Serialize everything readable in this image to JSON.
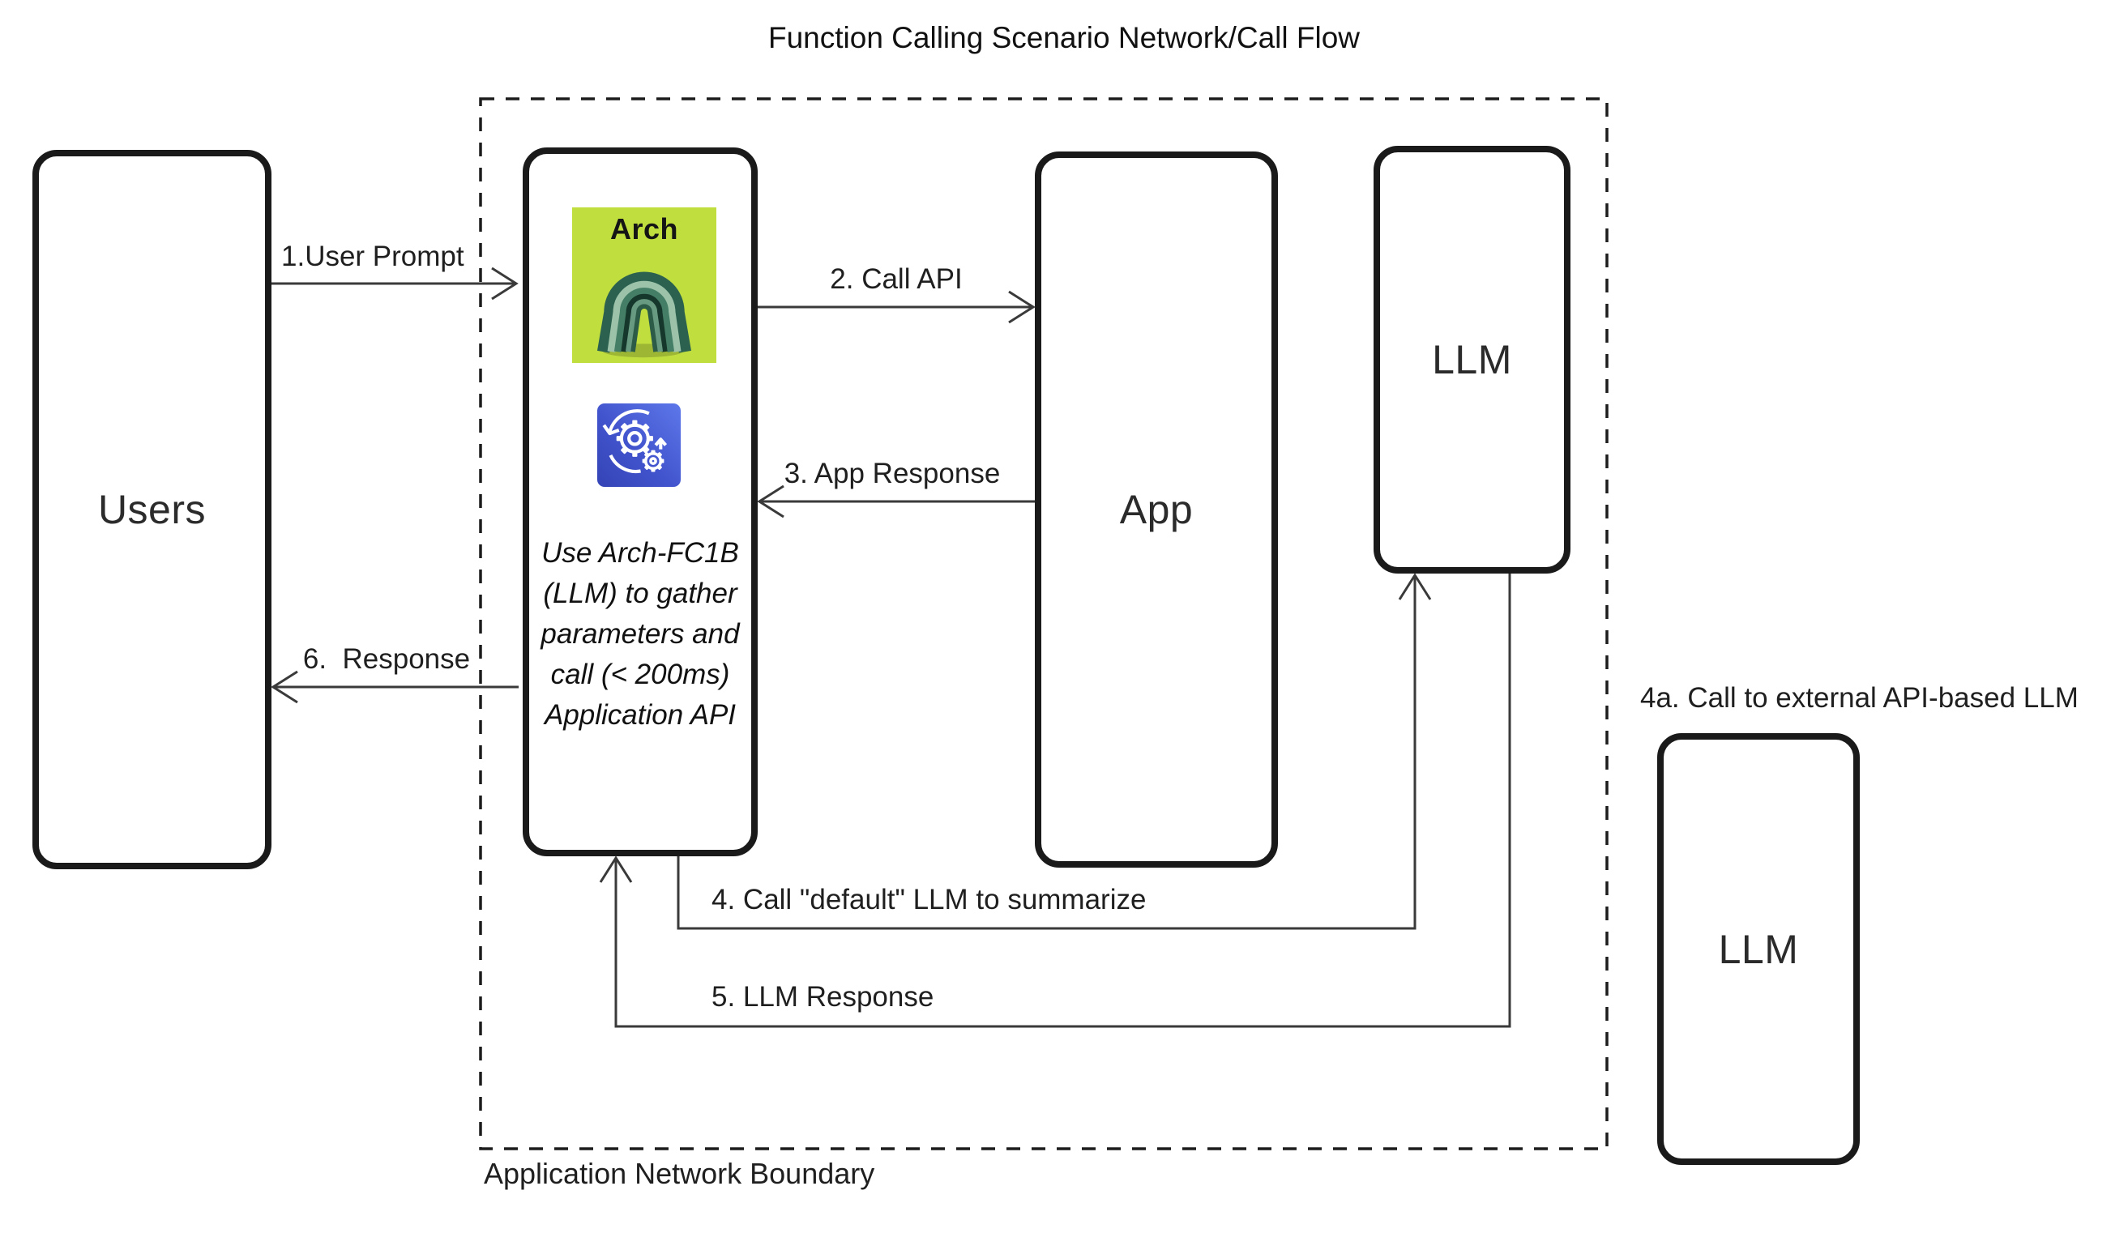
{
  "title": "Function Calling Scenario Network/Call Flow",
  "boundary": {
    "label": "Application Network Boundary"
  },
  "nodes": {
    "users": {
      "label": "Users"
    },
    "arch": {
      "logo_title": "Arch",
      "note": "Use Arch-FC1B\n(LLM) to gather\nparameters and\ncall (< 200ms)\nApplication API"
    },
    "app": {
      "label": "App"
    },
    "llm_internal": {
      "label": "LLM"
    },
    "llm_external": {
      "label": "LLM",
      "caption": "4a. Call to external API-based LLM"
    }
  },
  "flows": [
    {
      "label": "1.User Prompt"
    },
    {
      "label": "2. Call API"
    },
    {
      "label": "3. App Response"
    },
    {
      "label": "4. Call \"default\" LLM to summarize"
    },
    {
      "label": "5. LLM Response"
    },
    {
      "label": "6.  Response"
    }
  ],
  "icons": {
    "arch_logo": "arch-gateway-arch-icon",
    "gear": "process-automation-gear-icon"
  },
  "colors": {
    "logo_background": "#c0df3f",
    "icon_blue_light": "#5d78ea",
    "icon_blue_dark": "#3444b6",
    "line": "#3a3a3a",
    "border": "#1a1a1a"
  }
}
